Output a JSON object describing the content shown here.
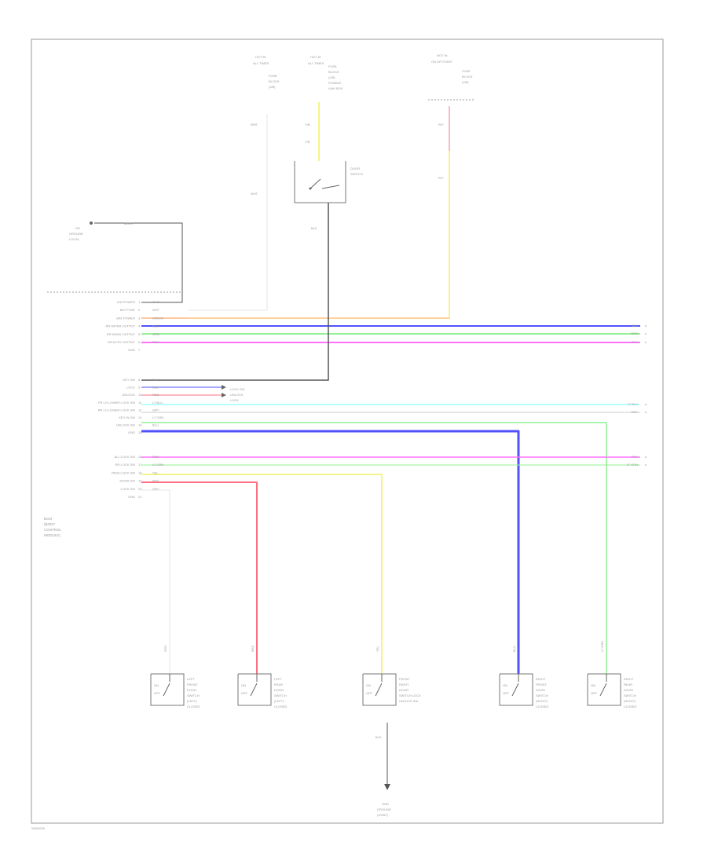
{
  "diagram": {
    "id_code": "W000000",
    "top_fuses": [
      {
        "lines": [
          "HOT AT",
          "ALL TIMES"
        ],
        "fuse_lines": [
          "FUSE",
          "BLOCK",
          "(J/B)"
        ],
        "wire": "WHT"
      },
      {
        "lines": [
          "HOT AT",
          "ALL TIMES"
        ],
        "fuse_lines": [
          "FUSE",
          "BLOCK",
          "(J/B)",
          "FUSIBLE",
          "LINK BOX"
        ],
        "wire": "Y/B"
      },
      {
        "lines": [
          "HOT IN",
          "ON OR START"
        ],
        "fuse_lines": [
          "FUSE",
          "BLOCK",
          "(J/B)"
        ],
        "wire": "R/Y"
      }
    ],
    "door_switch": {
      "label": [
        "DOOR",
        "SWITCH"
      ],
      "wire": "BLK"
    },
    "left_ground": {
      "lines": [
        "DR",
        "GROUND",
        "LOCAL"
      ],
      "wire": "BLK/R"
    },
    "module_label": [
      "BCM",
      "(BODY",
      "CONTROL",
      "MODULE)"
    ],
    "connector_groups": [
      {
        "pins": [
          {
            "no": "1",
            "name": "IGN POWER",
            "wire": "WHT"
          },
          {
            "no": "2",
            "name": "BAT FUSE",
            "wire": "WHT"
          },
          {
            "no": "3",
            "name": "BAT POWER",
            "wire": "ORN/W"
          },
          {
            "no": "4",
            "name": "RR WIPER OUTPUT",
            "wire": "BLU"
          },
          {
            "no": "5",
            "name": "RR WASH OUTPUT",
            "wire": "GRN"
          },
          {
            "no": "6",
            "name": "DR AUTO OUTPUT",
            "wire": "PNK"
          },
          {
            "no": "7",
            "name": "GND",
            "wire": ""
          }
        ]
      },
      {
        "pins": [
          {
            "no": "8",
            "name": "KEY SW",
            "wire": "BLK"
          },
          {
            "no": "9",
            "name": "LOCK",
            "wire": "BLU"
          },
          {
            "no": "10",
            "name": "UNLOCK",
            "wire": "RED"
          },
          {
            "no": "11",
            "name": "FR LH LOWER LOCK SW",
            "wire": "LT BLU"
          },
          {
            "no": "12",
            "name": "RR LH LOWER LOCK SW",
            "wire": "GRY"
          },
          {
            "no": "13",
            "name": "KEY IN SW",
            "wire": "LT GRN"
          },
          {
            "no": "14",
            "name": "UNLOCK SW",
            "wire": "BLU"
          },
          {
            "no": "15",
            "name": "GND",
            "wire": ""
          }
        ]
      },
      {
        "pins": [
          {
            "no": "16",
            "name": "ALL LOCK SW",
            "wire": "PNK"
          },
          {
            "no": "17",
            "name": "RR LOCK SW",
            "wire": "LT GRN"
          },
          {
            "no": "18",
            "name": "PASS LOCK SW",
            "wire": "YEL"
          },
          {
            "no": "19",
            "name": "DOOR SW",
            "wire": "RED"
          },
          {
            "no": "20",
            "name": "LOCK SW",
            "wire": "GRY"
          },
          {
            "no": "21",
            "name": "GND",
            "wire": ""
          }
        ]
      }
    ],
    "to_labels": [
      {
        "group": 0,
        "texts": [
          "BLU",
          "GRN",
          "PNK"
        ]
      },
      {
        "group": 1,
        "texts": [
          "LT BLU",
          "GRY"
        ]
      },
      {
        "group": 2,
        "texts": [
          "PNK",
          "LT GRN"
        ]
      }
    ],
    "lock_labels": [
      "LOCK SW",
      "UNLOCK",
      "LOCK"
    ],
    "bottom_switches": [
      {
        "wire": "GRY",
        "lines": [
          "LEFT",
          "FRONT",
          "DOOR",
          "SWITCH",
          "(LEFT)",
          "CLOSED"
        ],
        "sw": [
          "ON",
          "OFF"
        ]
      },
      {
        "wire": "RED",
        "lines": [
          "LEFT",
          "REAR",
          "DOOR",
          "SWITCH",
          "(LEFT)",
          "CLOSED"
        ],
        "sw": [
          "ON",
          "OFF"
        ]
      },
      {
        "wire": "YEL",
        "lines": [
          "FRONT",
          "RIGHT",
          "DOOR",
          "SWITCH LOCK",
          "UNLOCK SW"
        ],
        "sw": [
          "ON",
          "OFF"
        ]
      },
      {
        "wire": "BLU",
        "lines": [
          "RIGHT",
          "FRONT",
          "DOOR",
          "SWITCH",
          "(RIGHT)",
          "CLOSED"
        ],
        "sw": [
          "ON",
          "OFF"
        ]
      },
      {
        "wire": "LT GRN",
        "lines": [
          "RIGHT",
          "REAR",
          "DOOR",
          "SWITCH",
          "(RIGHT)",
          "CLOSED"
        ],
        "sw": [
          "ON",
          "OFF"
        ]
      }
    ],
    "bottom_ground": {
      "wire": "BLK",
      "lines": [
        "GND",
        "GROUND",
        "(JOINT)"
      ]
    },
    "colors": {
      "ORN": "#ffc8a0",
      "BLU": "#5050ff",
      "GRN": "#90f090",
      "PNK": "#ff70ff",
      "LT_BLU": "#a0ffff",
      "LT_GRN": "#90f090",
      "RED": "#ff7080",
      "YEL": "#f4f48c",
      "WHT": "#dddddd",
      "GRY": "#aaaaaa",
      "BLK": "#555555"
    }
  }
}
